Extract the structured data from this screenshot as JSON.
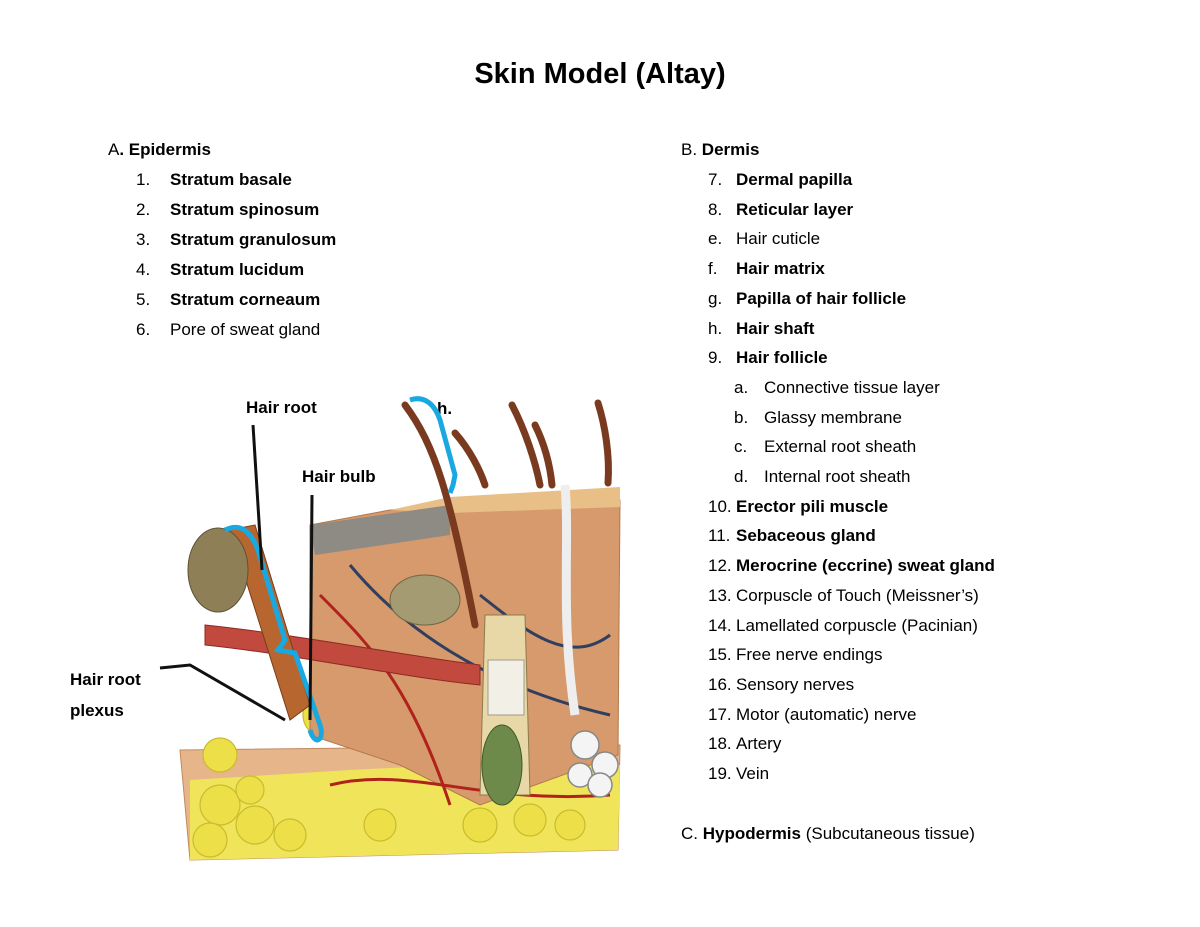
{
  "title": "Skin Model (Altay)",
  "section_a": {
    "letter": "A",
    "heading": ". Epidermis",
    "items": [
      {
        "num": "1.",
        "text": "Stratum basale",
        "bold": true
      },
      {
        "num": "2.",
        "text": "Stratum spinosum",
        "bold": true
      },
      {
        "num": "3.",
        "text": "Stratum granulosum",
        "bold": true
      },
      {
        "num": "4.",
        "text": "Stratum lucidum",
        "bold": true
      },
      {
        "num": "5.",
        "text": "Stratum corneaum",
        "bold": true
      },
      {
        "num": "6.",
        "text": "Pore of sweat gland",
        "bold": false
      }
    ]
  },
  "section_b": {
    "letter": "B. ",
    "heading": "Dermis",
    "items": [
      {
        "num": "7.",
        "text": "Dermal papilla",
        "bold": true
      },
      {
        "num": "8.",
        "text": "Reticular layer",
        "bold": true
      },
      {
        "num": "e.",
        "text": "Hair cuticle",
        "bold": false
      },
      {
        "num": "f.",
        "text": "Hair matrix",
        "bold": true
      },
      {
        "num": "g.",
        "text": "Papilla of hair follicle",
        "bold": true
      },
      {
        "num": "h.",
        "text": "Hair shaft",
        "bold": true
      },
      {
        "num": "9.",
        "text": "Hair follicle",
        "bold": true
      },
      {
        "num": "a.",
        "text": "Connective tissue layer",
        "bold": false,
        "sub": true
      },
      {
        "num": "b.",
        "text": "Glassy membrane",
        "bold": false,
        "sub": true
      },
      {
        "num": "c.",
        "text": "External root sheath",
        "bold": false,
        "sub": true
      },
      {
        "num": "d.",
        "text": "Internal root sheath",
        "bold": false,
        "sub": true
      },
      {
        "num": "10.",
        "text": "Erector pili muscle",
        "bold": true
      },
      {
        "num": "11.",
        "text": "Sebaceous gland",
        "bold": true
      },
      {
        "num": "12.",
        "text": "Merocrine (eccrine) sweat gland",
        "bold": true
      },
      {
        "num": "13.",
        "text": "Corpuscle of Touch (Meissner’s)",
        "bold": false
      },
      {
        "num": "14.",
        "text": "Lamellated  corpuscle (Pacinian)",
        "bold": false
      },
      {
        "num": "15.",
        "text": "Free nerve endings",
        "bold": false
      },
      {
        "num": "16.",
        "text": "Sensory nerves",
        "bold": false
      },
      {
        "num": "17.",
        "text": "Motor (automatic) nerve",
        "bold": false
      },
      {
        "num": "18.",
        "text": "Artery",
        "bold": false
      },
      {
        "num": "19.",
        "text": "Vein",
        "bold": false
      }
    ]
  },
  "section_c": {
    "letter": "C. ",
    "heading": "Hypodermis",
    "suffix": " (Subcutaneous tissue)"
  },
  "figure_labels": {
    "hair_root": "Hair root",
    "h_label": "h.",
    "hair_bulb": "Hair bulb",
    "hair_root_plexus_1": "Hair root",
    "hair_root_plexus_2": "plexus"
  }
}
